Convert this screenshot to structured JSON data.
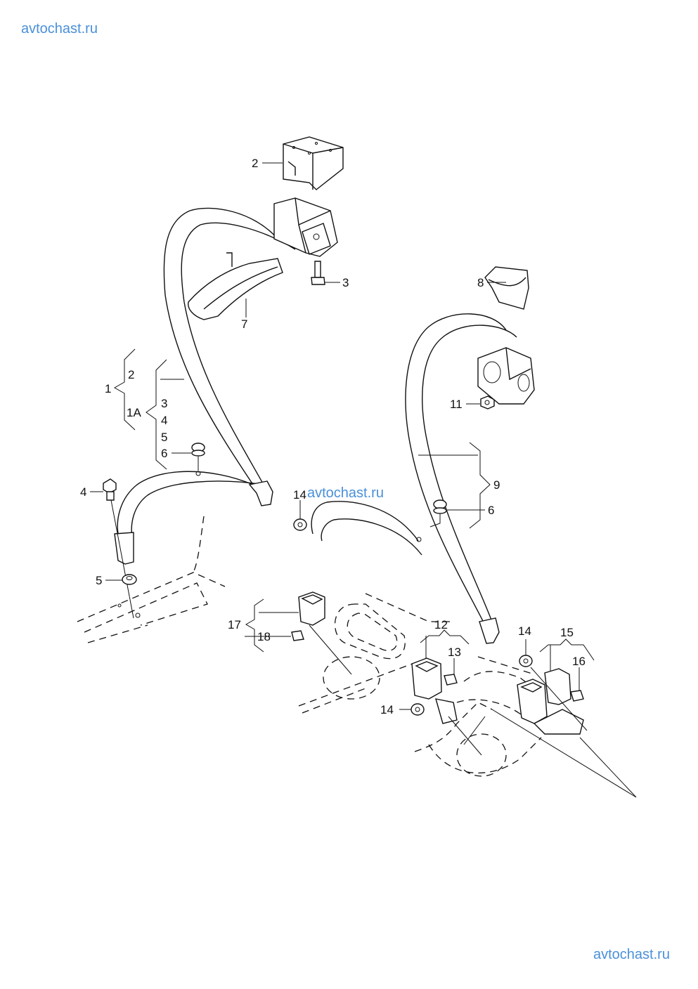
{
  "watermarks": {
    "top": "avtochast.ru",
    "middle": "avtochast.ru",
    "bottom": "avtochast.ru",
    "color": "#4a90d9"
  },
  "diagram": {
    "subject": "Seat belt assembly (exploded parts diagram)",
    "callouts": {
      "c1": "1",
      "c1a": "1A",
      "c2_top": "2",
      "c2_group": "2",
      "c3_top": "3",
      "c3_group": "3",
      "c4_group": "4",
      "c5_group": "5",
      "c6_left": "6",
      "c4_bolt": "4",
      "c5_washer": "5",
      "c7": "7",
      "c8": "8",
      "c9": "9",
      "c6_right": "6",
      "c11": "11",
      "c12": "12",
      "c13": "13",
      "c14_mid": "14",
      "c14_left": "14",
      "c14_right": "14",
      "c15": "15",
      "c16": "16",
      "c17": "17",
      "c18": "18"
    }
  }
}
